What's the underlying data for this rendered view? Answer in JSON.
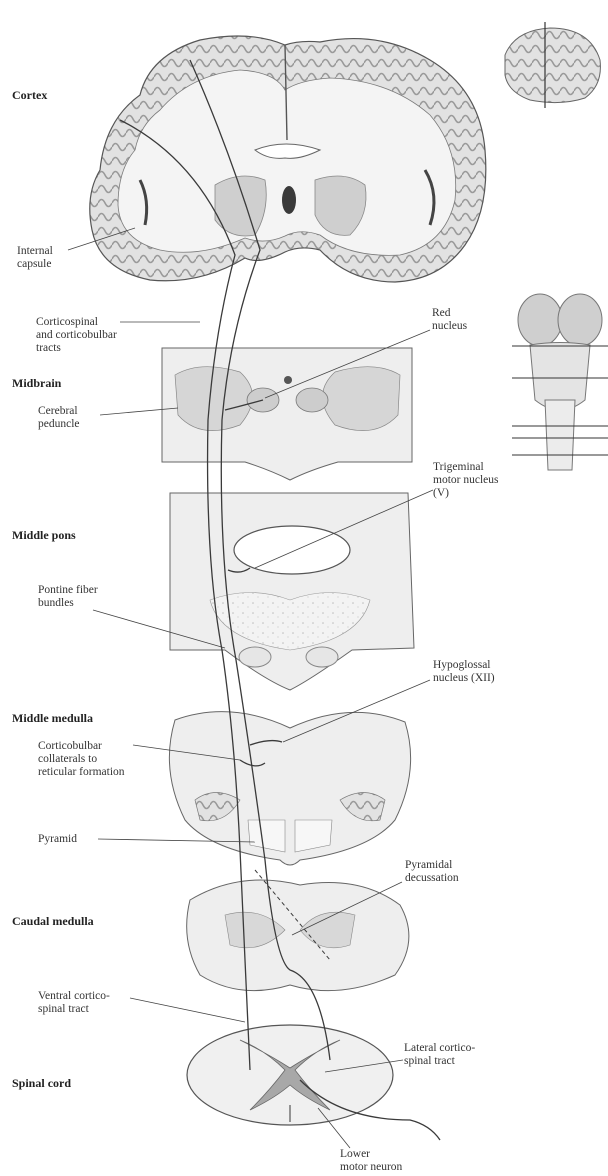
{
  "levels": {
    "cortex": "Cortex",
    "midbrain": "Midbrain",
    "middle_pons": "Middle pons",
    "middle_medulla": "Middle medulla",
    "caudal_medulla": "Caudal medulla",
    "spinal_cord": "Spinal cord"
  },
  "labels": {
    "internal_capsule": "Internal\ncapsule",
    "corticospinal_tracts": "Corticospinal\nand corticobulbar\ntracts",
    "red_nucleus": "Red\nnucleus",
    "cerebral_peduncle": "Cerebral\npeduncle",
    "trigeminal_motor_nucleus": "Trigeminal\nmotor nucleus\n(V)",
    "pontine_fiber_bundles": "Pontine fiber\nbundles",
    "hypoglossal_nucleus": "Hypoglossal\nnucleus (XII)",
    "corticobulbar_collaterals": "Corticobulbar\ncollaterals to\nreticular formation",
    "pyramid": "Pyramid",
    "pyramidal_decussation": "Pyramidal\ndecussation",
    "ventral_corticospinal_tract": "Ventral cortico-\nspinal tract",
    "lateral_corticospinal_tract": "Lateral cortico-\nspinal tract",
    "lower_motor_neuron": "Lower\nmotor neuron"
  },
  "colors": {
    "tissue_light": "#efefef",
    "tissue_mid": "#d9d9d9",
    "tissue_dark": "#a8a8a8",
    "outline": "#555555",
    "tract": "#3a3a3a"
  }
}
